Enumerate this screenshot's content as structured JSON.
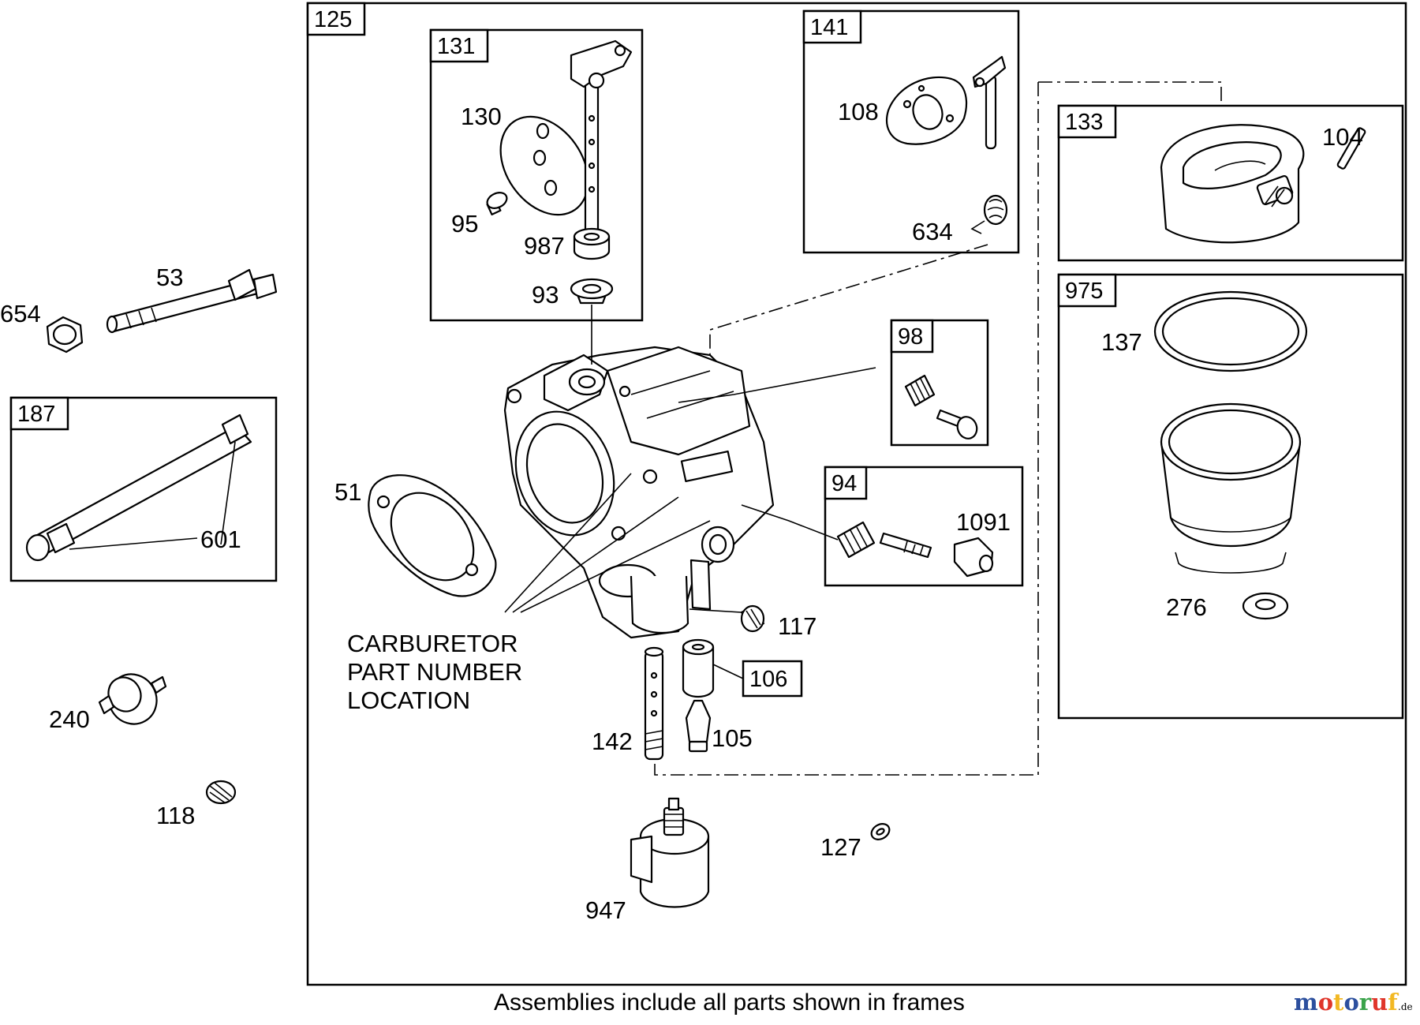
{
  "frames": {
    "main": "125",
    "f131": "131",
    "f141": "141",
    "f133": "133",
    "f975": "975",
    "f187": "187",
    "f98": "98",
    "f94": "94",
    "f106": "106"
  },
  "labels": {
    "p654": "654",
    "p53": "53",
    "p601": "601",
    "p240": "240",
    "p118": "118",
    "p130": "130",
    "p95": "95",
    "p987": "987",
    "p93": "93",
    "p108": "108",
    "p634": "634",
    "p104": "104",
    "p137": "137",
    "p276": "276",
    "p51": "51",
    "p1091": "1091",
    "p117": "117",
    "p142": "142",
    "p105": "105",
    "p127": "127",
    "p947": "947"
  },
  "note": {
    "line1": "CARBURETOR",
    "line2": "PART NUMBER",
    "line3": "LOCATION"
  },
  "caption": "Assemblies include all parts shown in frames",
  "watermark": {
    "main": "motoruf",
    "suffix": ".de",
    "colors": [
      "#2c4f9e",
      "#e0362b",
      "#f2b823",
      "#2c4f9e",
      "#3aa34a",
      "#e0362b",
      "#f2b823"
    ]
  }
}
